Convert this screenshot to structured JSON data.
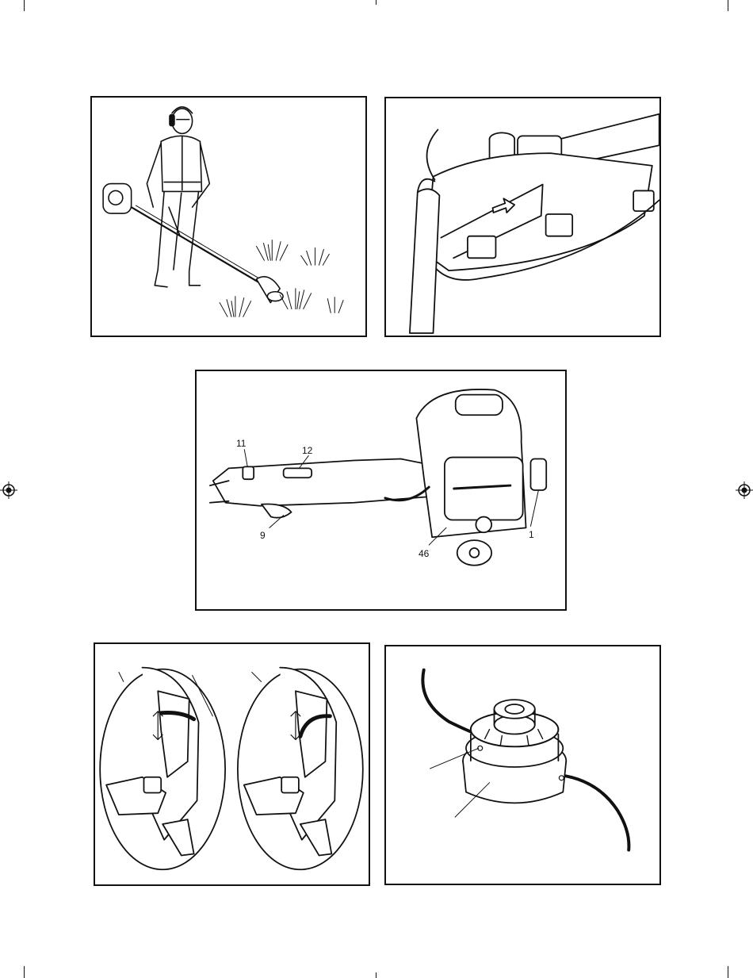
{
  "figures": [
    {
      "name": "operator-using-trimmer"
    },
    {
      "name": "cutting-attachment-guard"
    },
    {
      "name": "engine-and-handle",
      "callouts": {
        "c11": "11",
        "c12": "12",
        "c9": "9",
        "c46": "46",
        "c1": "1"
      }
    },
    {
      "name": "throttle-lock-positions"
    },
    {
      "name": "trimmer-head-spool"
    }
  ],
  "icons": [
    "registration-mark-icon",
    "crop-mark-icon"
  ]
}
